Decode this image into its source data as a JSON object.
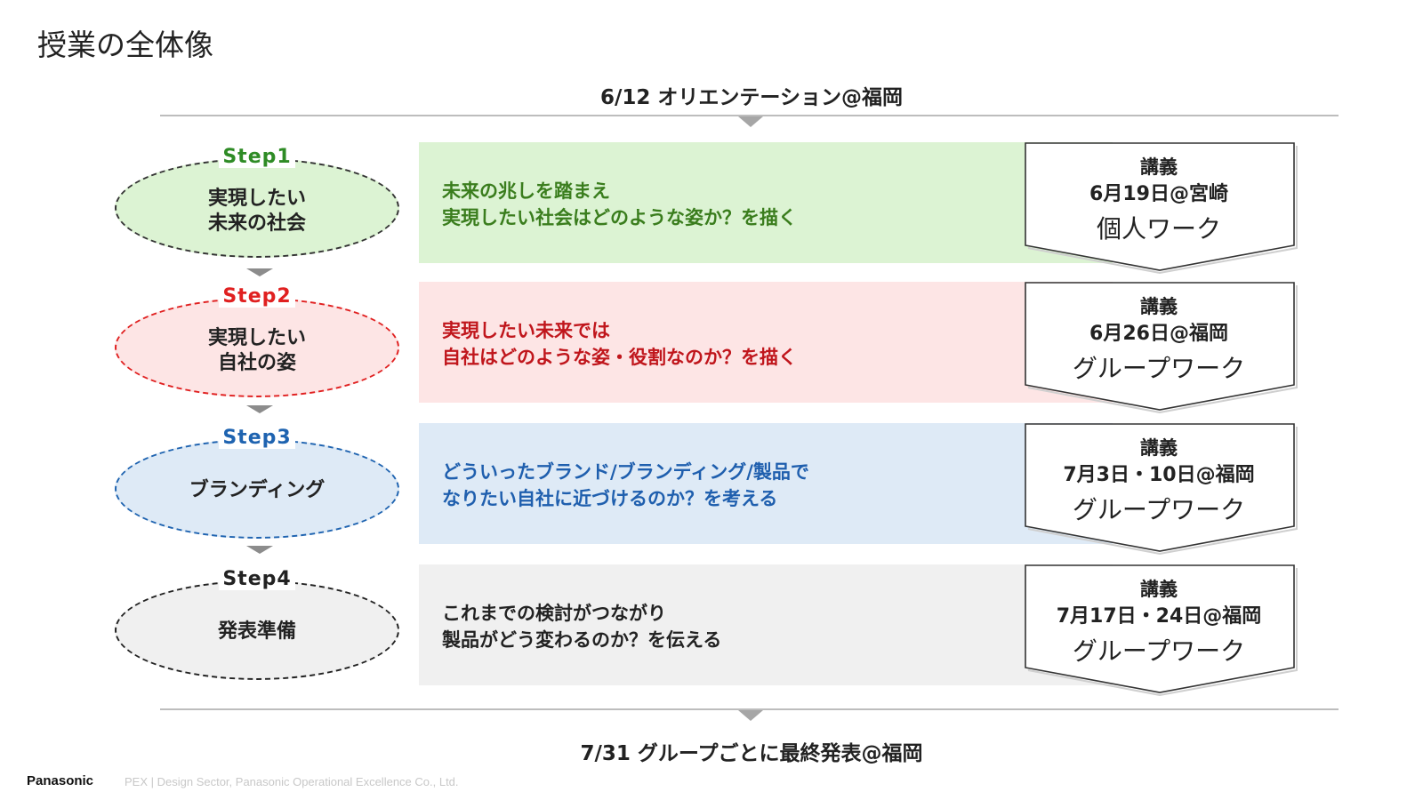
{
  "title": "授業の全体像",
  "start_milestone": "6/12  オリエンテーション@福岡",
  "end_milestone": "7/31  グループごとに最終発表@福岡",
  "steps": [
    {
      "label": "Step1",
      "ellipse_line1": "実現したい",
      "ellipse_line2": "未来の社会",
      "desc_line1": "未来の兆しを踏まえ",
      "desc_line2": "実現したい社会はどのような姿か？を描く",
      "card_type": "講義",
      "card_date": "6月19日@宮崎",
      "card_mode": "個人ワーク",
      "accent": "#2e8b25",
      "band_color": "#dcf3d3",
      "ellipse_fill": "#dcf3d3",
      "text_color": "#3a7d1d"
    },
    {
      "label": "Step2",
      "ellipse_line1": "実現したい",
      "ellipse_line2": "自社の姿",
      "desc_line1": "実現したい未来では",
      "desc_line2": "自社はどのような姿・役割なのか？を描く",
      "card_type": "講義",
      "card_date": "6月26日@福岡",
      "card_mode": "グループワーク",
      "accent": "#e02020",
      "band_color": "#fde5e5",
      "ellipse_fill": "#fde5e5",
      "text_color": "#c0161c"
    },
    {
      "label": "Step3",
      "ellipse_line1": "ブランディング",
      "ellipse_line2": "",
      "desc_line1": "どういったブランド/ブランディング/製品で",
      "desc_line2": "なりたい自社に近づけるのか？を考える",
      "card_type": "講義",
      "card_date": "7月3日・10日@福岡",
      "card_mode": "グループワーク",
      "accent": "#1e63b0",
      "band_color": "#deeaf6",
      "ellipse_fill": "#deeaf6",
      "text_color": "#1f5fae"
    },
    {
      "label": "Step4",
      "ellipse_line1": "発表準備",
      "ellipse_line2": "",
      "desc_line1": "これまでの検討がつながり",
      "desc_line2": "製品がどう変わるのか？を伝える",
      "card_type": "講義",
      "card_date": "7月17日・24日@福岡",
      "card_mode": "グループワーク",
      "accent": "#222222",
      "band_color": "#f0f0f0",
      "ellipse_fill": "#f0f0f0",
      "text_color": "#222222"
    }
  ],
  "footer": {
    "logo": "Panasonic",
    "text": "PEX | Design Sector, Panasonic Operational Excellence Co., Ltd."
  }
}
